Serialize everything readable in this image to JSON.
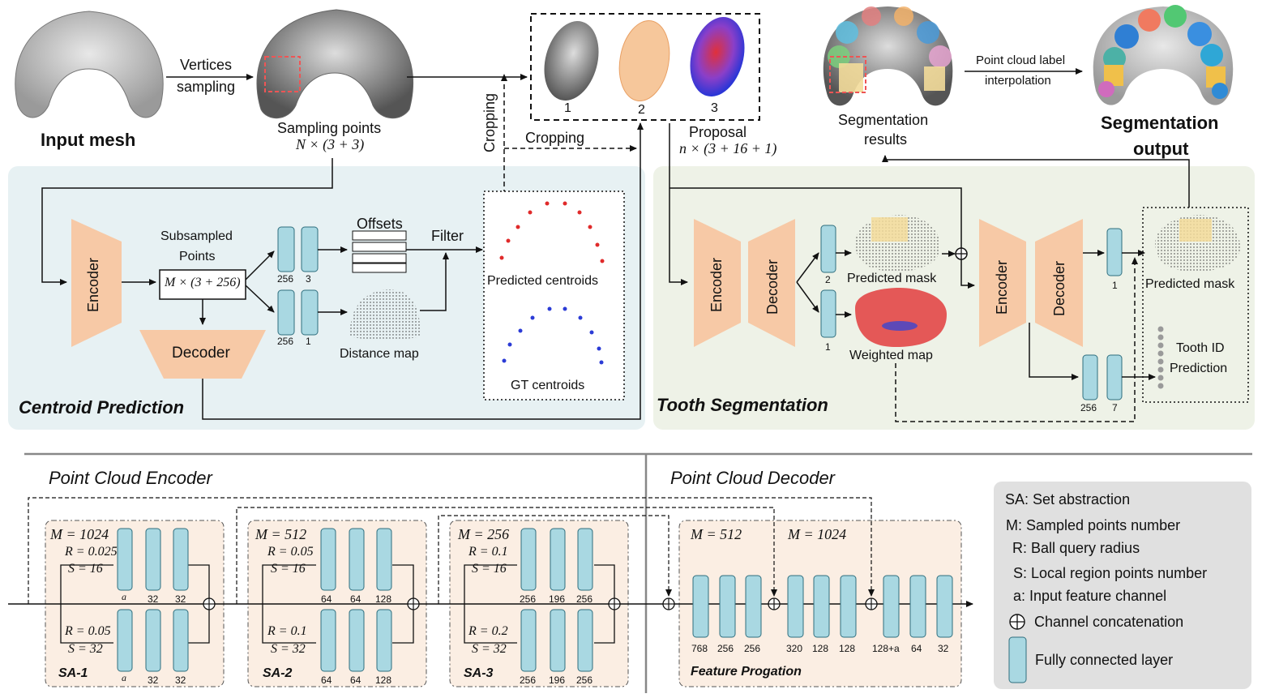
{
  "top": {
    "input_mesh": "Input mesh",
    "vertices_sampling_1": "Vertices",
    "vertices_sampling_2": "sampling",
    "sampling_points": "Sampling points",
    "sampling_formula": "N × (3 + 3)",
    "cropping_vertical": "Cropping",
    "cropping_horizontal": "Cropping",
    "proposal_num_1": "1",
    "proposal_num_2": "2",
    "proposal_num_3": "3",
    "proposal": "Proposal",
    "proposal_formula": "n × (3 + 16 + 1)",
    "segmentation_results_1": "Segmentation",
    "segmentation_results_2": "results",
    "label_interp_1": "Point cloud label",
    "label_interp_2": "interpolation",
    "seg_output_1": "Segmentation",
    "seg_output_2": "output"
  },
  "centroid": {
    "title": "Centroid Prediction",
    "encoder": "Encoder",
    "decoder": "Decoder",
    "subsampled_1": "Subsampled",
    "subsampled_2": "Points",
    "subsampled_formula": "M × (3 + 256)",
    "bar_256a": "256",
    "bar_3": "3",
    "bar_256b": "256",
    "bar_1": "1",
    "offsets": "Offsets",
    "filter": "Filter",
    "distance_map": "Distance map",
    "predicted_centroids": "Predicted centroids",
    "gt_centroids": "GT centroids"
  },
  "tooth": {
    "title": "Tooth Segmentation",
    "encoder1": "Encoder",
    "decoder1": "Decoder",
    "encoder2": "Encoder",
    "decoder2": "Decoder",
    "bar_2": "2",
    "bar_1a": "1",
    "bar_1b": "1",
    "bar_256": "256",
    "bar_7": "7",
    "predicted_mask_1": "Predicted mask",
    "weighted_map": "Weighted map",
    "predicted_mask_2": "Predicted mask",
    "tooth_id_1": "Tooth ID",
    "tooth_id_2": "Prediction"
  },
  "bottom": {
    "encoder_title": "Point Cloud Encoder",
    "decoder_title": "Point Cloud Decoder",
    "sa1": {
      "name": "SA-1",
      "m": "M = 1024",
      "r1": "R = 0.025",
      "s1": "S = 16",
      "r2": "R = 0.05",
      "s2": "S = 32",
      "c1": [
        "a",
        "32",
        "32"
      ],
      "c2": [
        "a",
        "32",
        "32"
      ]
    },
    "sa2": {
      "name": "SA-2",
      "m": "M = 512",
      "r1": "R = 0.05",
      "s1": "S = 16",
      "r2": "R = 0.1",
      "s2": "S = 32",
      "c1": [
        "64",
        "64",
        "128"
      ],
      "c2": [
        "64",
        "64",
        "128"
      ]
    },
    "sa3": {
      "name": "SA-3",
      "m": "M = 256",
      "r1": "R = 0.1",
      "s1": "S = 16",
      "r2": "R = 0.2",
      "s2": "S = 32",
      "c1": [
        "256",
        "196",
        "256"
      ],
      "c2": [
        "256",
        "196",
        "256"
      ]
    },
    "fp": {
      "name": "Feature Progation",
      "m1": "M = 512",
      "m2": "M = 1024",
      "c": [
        "768",
        "256",
        "256",
        "320",
        "128",
        "128",
        "128+a",
        "64",
        "32"
      ]
    }
  },
  "legend": {
    "sa": "SA:  Set abstraction",
    "m": "M:  Sampled points number",
    "r": "R:  Ball query radius",
    "s": "S:  Local region points number",
    "a": "a:  Input feature channel",
    "concat": "Channel concatenation",
    "fc": "Fully connected layer"
  },
  "colors": {
    "block": "#a9d8e2",
    "block_border": "#2f6e7e",
    "trapezoid": "#f7c9a6",
    "sa_bg": "#fbeee3",
    "panel_blue": "#e7f1f3",
    "panel_green": "#eef2e7",
    "legend_bg": "#e0e0e0"
  }
}
